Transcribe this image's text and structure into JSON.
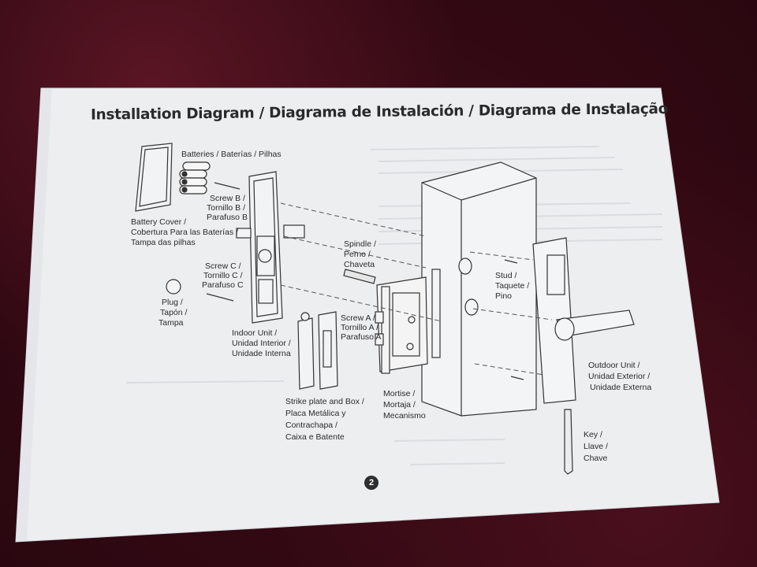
{
  "title": "Installation Diagram / Diagrama de Instalación / Diagrama de Instalação",
  "page_number": "2",
  "labels": {
    "batteries": "Batteries / Baterías / Pilhas",
    "battery_cover_1": "Battery Cover /",
    "battery_cover_2": "Cobertura Para las Baterías /",
    "battery_cover_3": "Tampa das pilhas",
    "screw_b_1": "Screw B /",
    "screw_b_2": "Tornillo B /",
    "screw_b_3": "Parafuso B",
    "screw_c_1": "Screw C /",
    "screw_c_2": "Tornillo C /",
    "screw_c_3": "Parafuso C",
    "plug_1": "Plug /",
    "plug_2": "Tapón /",
    "plug_3": "Tampa",
    "indoor_1": "Indoor Unit /",
    "indoor_2": "Unidad Interior /",
    "indoor_3": "Unidade Interna",
    "spindle_1": "Spindle /",
    "spindle_2": "Perno /",
    "spindle_3": "Chaveta",
    "screw_a_1": "Screw A /",
    "screw_a_2": "Tornillo A /",
    "screw_a_3": "Parafuso A",
    "strike_1": "Strike plate and Box /",
    "strike_2": "Placa Metálica y",
    "strike_3": "Contrachapa /",
    "strike_4": "Caixa e Batente",
    "mortise_1": "Mortise /",
    "mortise_2": "Mortaja /",
    "mortise_3": "Mecanismo",
    "stud_1": "Stud /",
    "stud_2": "Taquete /",
    "stud_3": "Pino",
    "outdoor_1": "Outdoor Unit /",
    "outdoor_2": "Unidad Exterior /",
    "outdoor_3": "Unidade Externa",
    "key_1": "Key /",
    "key_2": "Llave /",
    "key_3": "Chave"
  },
  "colors": {
    "background": "#3a0a14",
    "paper": "#eef0f2",
    "ink": "#2b2b2b"
  }
}
